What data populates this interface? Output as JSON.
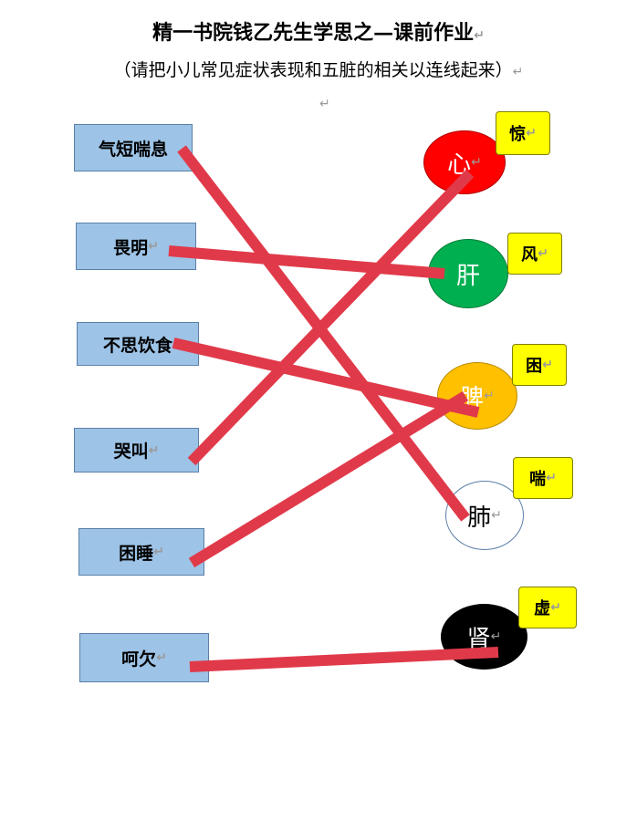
{
  "header": {
    "title": "精一书院钱乙先生学思之—课前作业",
    "subtitle": "（请把小儿常见症状表现和五脏的相关以连线起来）"
  },
  "paragraph_mark": "↵",
  "symptoms": [
    {
      "id": "s1",
      "label": "气短喘息"
    },
    {
      "id": "s2",
      "label": "畏明"
    },
    {
      "id": "s3",
      "label": "不思饮食"
    },
    {
      "id": "s4",
      "label": "哭叫"
    },
    {
      "id": "s5",
      "label": "困睡"
    },
    {
      "id": "s6",
      "label": "呵欠"
    }
  ],
  "organs": [
    {
      "id": "o1",
      "label": "心",
      "fill": "#ff0000",
      "text_color": "#ffffff"
    },
    {
      "id": "o2",
      "label": "肝",
      "fill": "#00b050",
      "text_color": "#ffffff"
    },
    {
      "id": "o3",
      "label": "脾",
      "fill": "#ffc000",
      "text_color": "#ffffff"
    },
    {
      "id": "o4",
      "label": "肺",
      "fill": "#ffffff",
      "text_color": "#000000"
    },
    {
      "id": "o5",
      "label": "肾",
      "fill": "#000000",
      "text_color": "#ffffff"
    }
  ],
  "tags": [
    {
      "id": "t1",
      "label": "惊"
    },
    {
      "id": "t2",
      "label": "风"
    },
    {
      "id": "t3",
      "label": "困"
    },
    {
      "id": "t4",
      "label": "喘"
    },
    {
      "id": "t5",
      "label": "虚"
    }
  ],
  "connections": [
    {
      "from": "s1",
      "to": "o4"
    },
    {
      "from": "s2",
      "to": "o2"
    },
    {
      "from": "s3",
      "to": "o3"
    },
    {
      "from": "s4",
      "to": "o1"
    },
    {
      "from": "s5",
      "to": "o3"
    },
    {
      "from": "s6",
      "to": "o5"
    }
  ],
  "colors": {
    "line": "#e03a4a",
    "symptom_box": "#9dc3e6",
    "tag": "#ffff00"
  }
}
